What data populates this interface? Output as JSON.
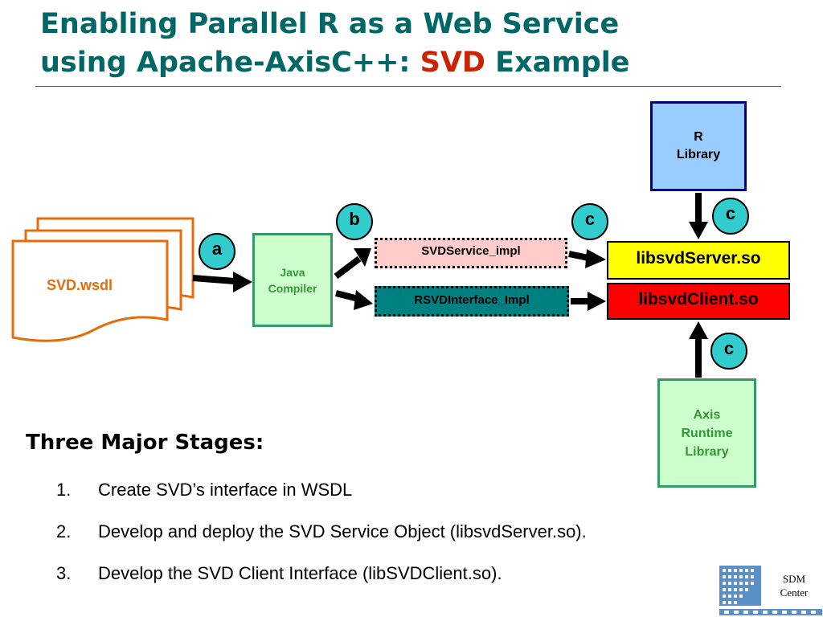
{
  "title": {
    "line1": "Enabling Parallel R as a Web Service",
    "line2_prefix": "using Apache-AxisC++: ",
    "line2_highlight": "SVD",
    "line2_suffix": " Example"
  },
  "diagram": {
    "wsdl_doc": "SVD.wsdl",
    "java_compiler": [
      "Java",
      "Compiler"
    ],
    "r_library": [
      "R",
      "Library"
    ],
    "svd_service_impl": "SVDService_impl",
    "rsvd_interface_impl": "RSVDInterface_Impl",
    "libsvd_server": "libsvdServer.so",
    "libsvd_client": "libsvdClient.so",
    "axis_runtime": [
      "Axis",
      "Runtime",
      "Library"
    ],
    "badges": {
      "a": "a",
      "b": "b",
      "c1": "c",
      "c2": "c",
      "c3": "c"
    }
  },
  "stages": {
    "heading": "Three Major Stages:",
    "items": [
      {
        "num": "1.",
        "text": "Create SVD’s interface in WSDL"
      },
      {
        "num": "2.",
        "text": "Develop and deploy the SVD Service Object (libsvdServer.so)."
      },
      {
        "num": "3.",
        "text": "Develop the SVD Client Interface (libSVDClient.so)."
      }
    ]
  },
  "logo": {
    "line1": "SDM",
    "line2": "Center"
  },
  "colors": {
    "title": "#006666",
    "highlight": "#cc2200",
    "wsdl": "#e46c0a",
    "green_box": "#ccffcc",
    "badge": "#33cccc",
    "server": "#ffff00",
    "client": "#ff0000",
    "teal_box": "#008080",
    "pink_box": "#ffcccc",
    "blue_box": "#99ccff"
  }
}
